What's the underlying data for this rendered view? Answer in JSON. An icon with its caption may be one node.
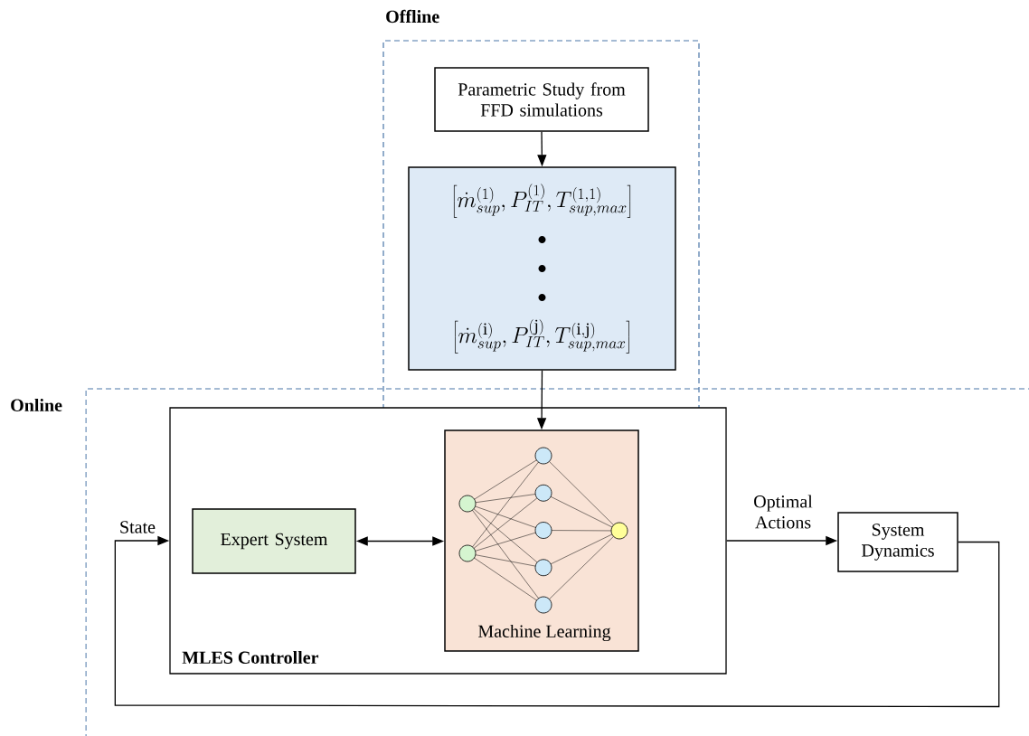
{
  "diagram": {
    "nodes": [
      {
        "text": [
          "Offline"
        ]
      },
      {
        "text": [
          "Parametric Study from FFD simulations"
        ],
        "in": 0
      },
      {
        "text": [
          "\\left[\\dot{m}_{sup}^{(1)},P_{IT}^{(1)},T_{sup,max}^{(1,1)}\\right]",
          "\\left[\\dot{m}_{sup}^{(\\mathrm{i})},P_{IT}^{(\\mathrm{j})},T_{sup,max}^{(\\mathrm{i,j})}\\right]"
        ],
        "in": 0
      },
      {
        "text": [
          "Online"
        ]
      },
      {
        "text": [
          "MLES Controller"
        ],
        "in": 3
      },
      {
        "text": [
          "Expert System"
        ],
        "in": 4
      },
      {
        "text": [
          "Machine Learning"
        ]
      },
      {
        "text": [
          "System Dynamics"
        ],
        "in": 3
      }
    ],
    "edges": [
      {
        "from": 1,
        "to": 2,
        "arrow": "to"
      },
      {
        "from": 2,
        "to": 6,
        "arrow": "to"
      },
      {
        "from": 5,
        "to": 6,
        "arrow": "both"
      },
      {
        "from": 4,
        "to": 7,
        "arrow": "to",
        "label": "Optimal Actions"
      },
      {
        "from": 7,
        "to": 4,
        "arrow": "to",
        "label": "State"
      }
    ]
  }
}
